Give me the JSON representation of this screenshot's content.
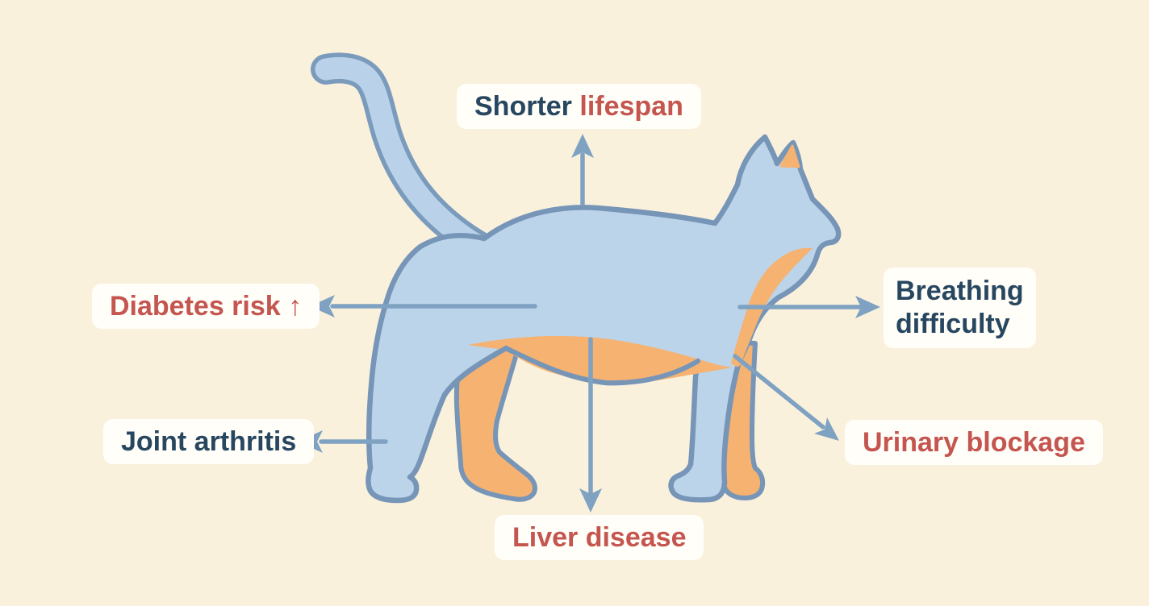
{
  "labels": {
    "shorter_lifespan_dark": "Shorter",
    "shorter_lifespan_red": "lifespan",
    "diabetes_risk": "Diabetes risk ↑",
    "joint_arthritis": "Joint arthritis",
    "breathing_line1": "Breathing",
    "breathing_line2": "difficulty",
    "urinary_blockage": "Urinary blockage",
    "liver_disease": "Liver disease"
  },
  "colors": {
    "background": "#faf1dd",
    "cat_body_fill": "#bcd4ea",
    "cat_outline": "#7695b7",
    "cat_accent_orange": "#f5b271",
    "arrow": "#7fa2c2",
    "label_background": "#fffef9",
    "label_text_dark": "#27465f",
    "label_text_red": "#c5554f"
  }
}
